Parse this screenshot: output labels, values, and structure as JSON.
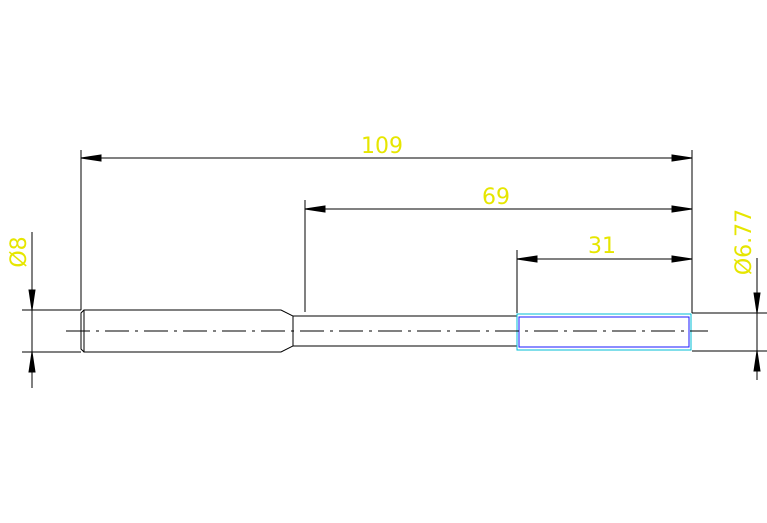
{
  "drawing": {
    "dimensions": {
      "overall_length": "109",
      "middle_length": "69",
      "thread_length": "31",
      "large_diameter": "Ø8",
      "small_diameter": "Ø6.77"
    },
    "colors": {
      "background": "#ffffff",
      "lines": "#000000",
      "dimension_text": "#e6e600",
      "thread_outline": "#00bcd4",
      "thread_inner": "#1a1aff"
    }
  }
}
